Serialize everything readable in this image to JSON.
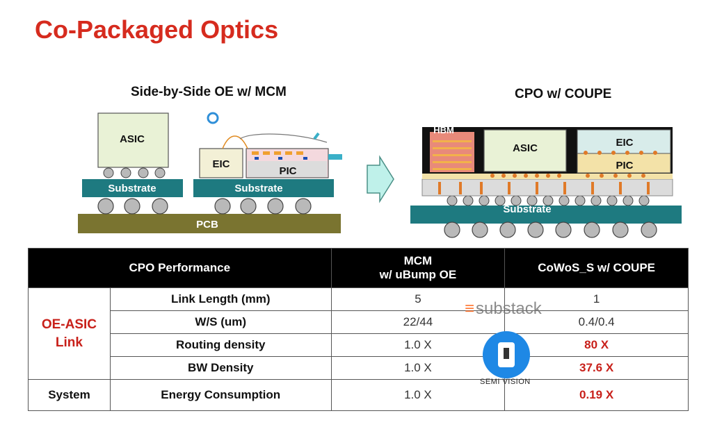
{
  "title": "Co-Packaged Optics",
  "left_diagram": {
    "title": "Side-by-Side OE w/ MCM",
    "asic": "ASIC",
    "eic": "EIC",
    "pic": "PIC",
    "substrate": "Substrate",
    "pcb": "PCB"
  },
  "right_diagram": {
    "title": "CPO w/ COUPE",
    "hbm": "HBM",
    "asic": "ASIC",
    "eic": "EIC",
    "pic": "PIC",
    "substrate": "Substrate"
  },
  "table": {
    "header": [
      "CPO Performance",
      "MCM\nw/ uBump OE",
      "CoWoS_S w/ COUPE"
    ],
    "group_oe": "OE-ASIC\nLink",
    "group_system": "System",
    "rows": [
      {
        "metric": "Link Length (mm)",
        "mcm": "5",
        "cowos": "1",
        "highlight": false
      },
      {
        "metric": "W/S (um)",
        "mcm": "22/44",
        "cowos": "0.4/0.4",
        "highlight": false
      },
      {
        "metric": "Routing density",
        "mcm": "1.0 X",
        "cowos": "80 X",
        "highlight": true
      },
      {
        "metric": "BW Density",
        "mcm": "1.0 X",
        "cowos": "37.6 X",
        "highlight": true
      }
    ],
    "system_row": {
      "metric": "Energy Consumption",
      "mcm": "1.0 X",
      "cowos": "0.19 X",
      "highlight": true
    }
  },
  "watermark": {
    "substack": "substack",
    "semi_vision": "SEMI VISION"
  },
  "colors": {
    "title": "#d62b1e",
    "highlight": "#c8201a",
    "substrate": "#1e7a80",
    "pcb": "#7a7430"
  }
}
